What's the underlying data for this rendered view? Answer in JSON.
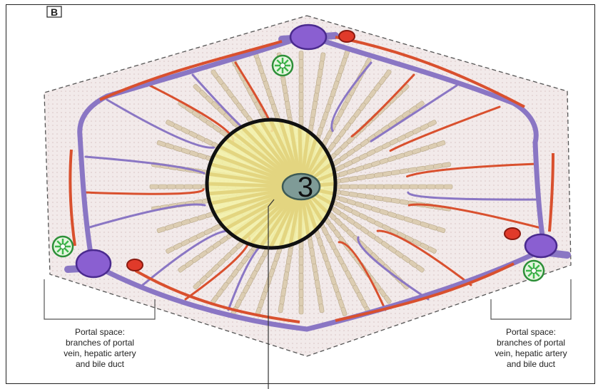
{
  "figure": {
    "panel_label": "B",
    "zone_label": "3",
    "caption_left": [
      "Portal space:",
      "branches of portal",
      "vein, hepatic artery",
      "and bile duct"
    ],
    "caption_right": [
      "Portal space:",
      "branches of portal",
      "vein, hepatic artery",
      "and bile duct"
    ]
  },
  "colors": {
    "lobule_fill": "#efe6e6",
    "vein": "#8a76c4",
    "vein_dark": "#5a3f9e",
    "artery": "#d9502e",
    "hepatocyte": "#dccdb2",
    "bile_duct": "#3cb84a",
    "zone_fill": "#f3f2a6",
    "central_vein": "#7f9b97"
  },
  "icons": [
    "central-vein-icon",
    "bile-duct-icon",
    "portal-vein-icon",
    "hepatic-artery-icon"
  ]
}
